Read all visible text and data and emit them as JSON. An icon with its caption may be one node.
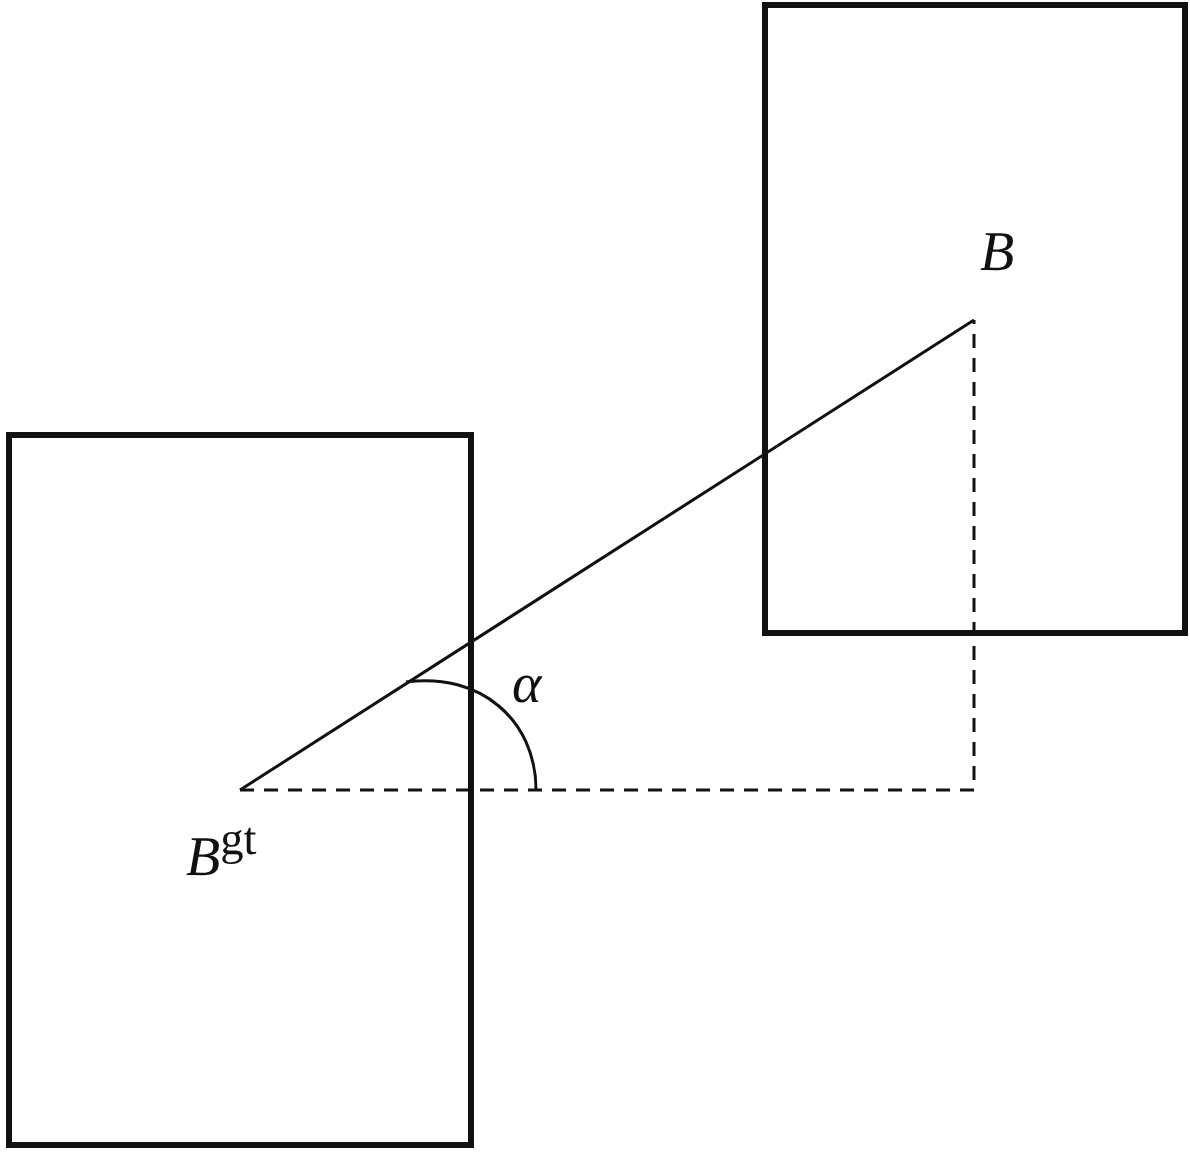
{
  "diagram": {
    "nodes": [
      {
        "text": [],
        "shape": "box"
      },
      {
        "text": [
          "*B*$^{gt}$"
        ],
        "in": 0
      },
      {
        "text": [],
        "shape": "box"
      },
      {
        "text": [
          "B"
        ],
        "in": 2
      }
    ],
    "edges": [
      {
        "from": 1,
        "to": 3,
        "arrow": "none"
      }
    ],
    "labels": [
      "α"
    ]
  }
}
